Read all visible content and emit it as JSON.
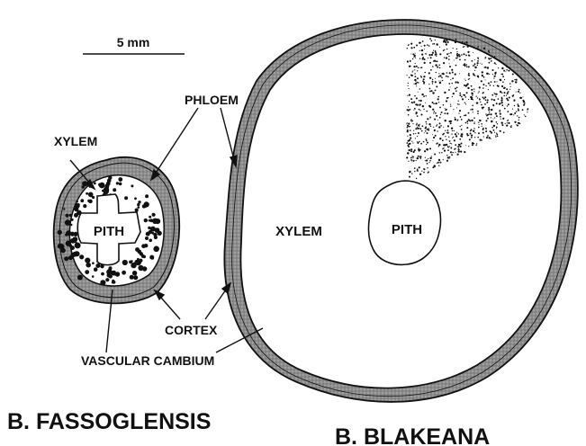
{
  "scale_bar": {
    "label": "5 mm"
  },
  "labels": {
    "phloem": "PHLOEM",
    "xylem_small": "XYLEM",
    "pith_small": "PITH",
    "xylem_large": "XYLEM",
    "pith_large": "PITH",
    "cortex": "CORTEX",
    "vascular_cambium": "VASCULAR CAMBIUM"
  },
  "specimens": {
    "small": {
      "name": "B. FASSOGLENSIS"
    },
    "large": {
      "name": "B. BLAKEANA"
    }
  }
}
